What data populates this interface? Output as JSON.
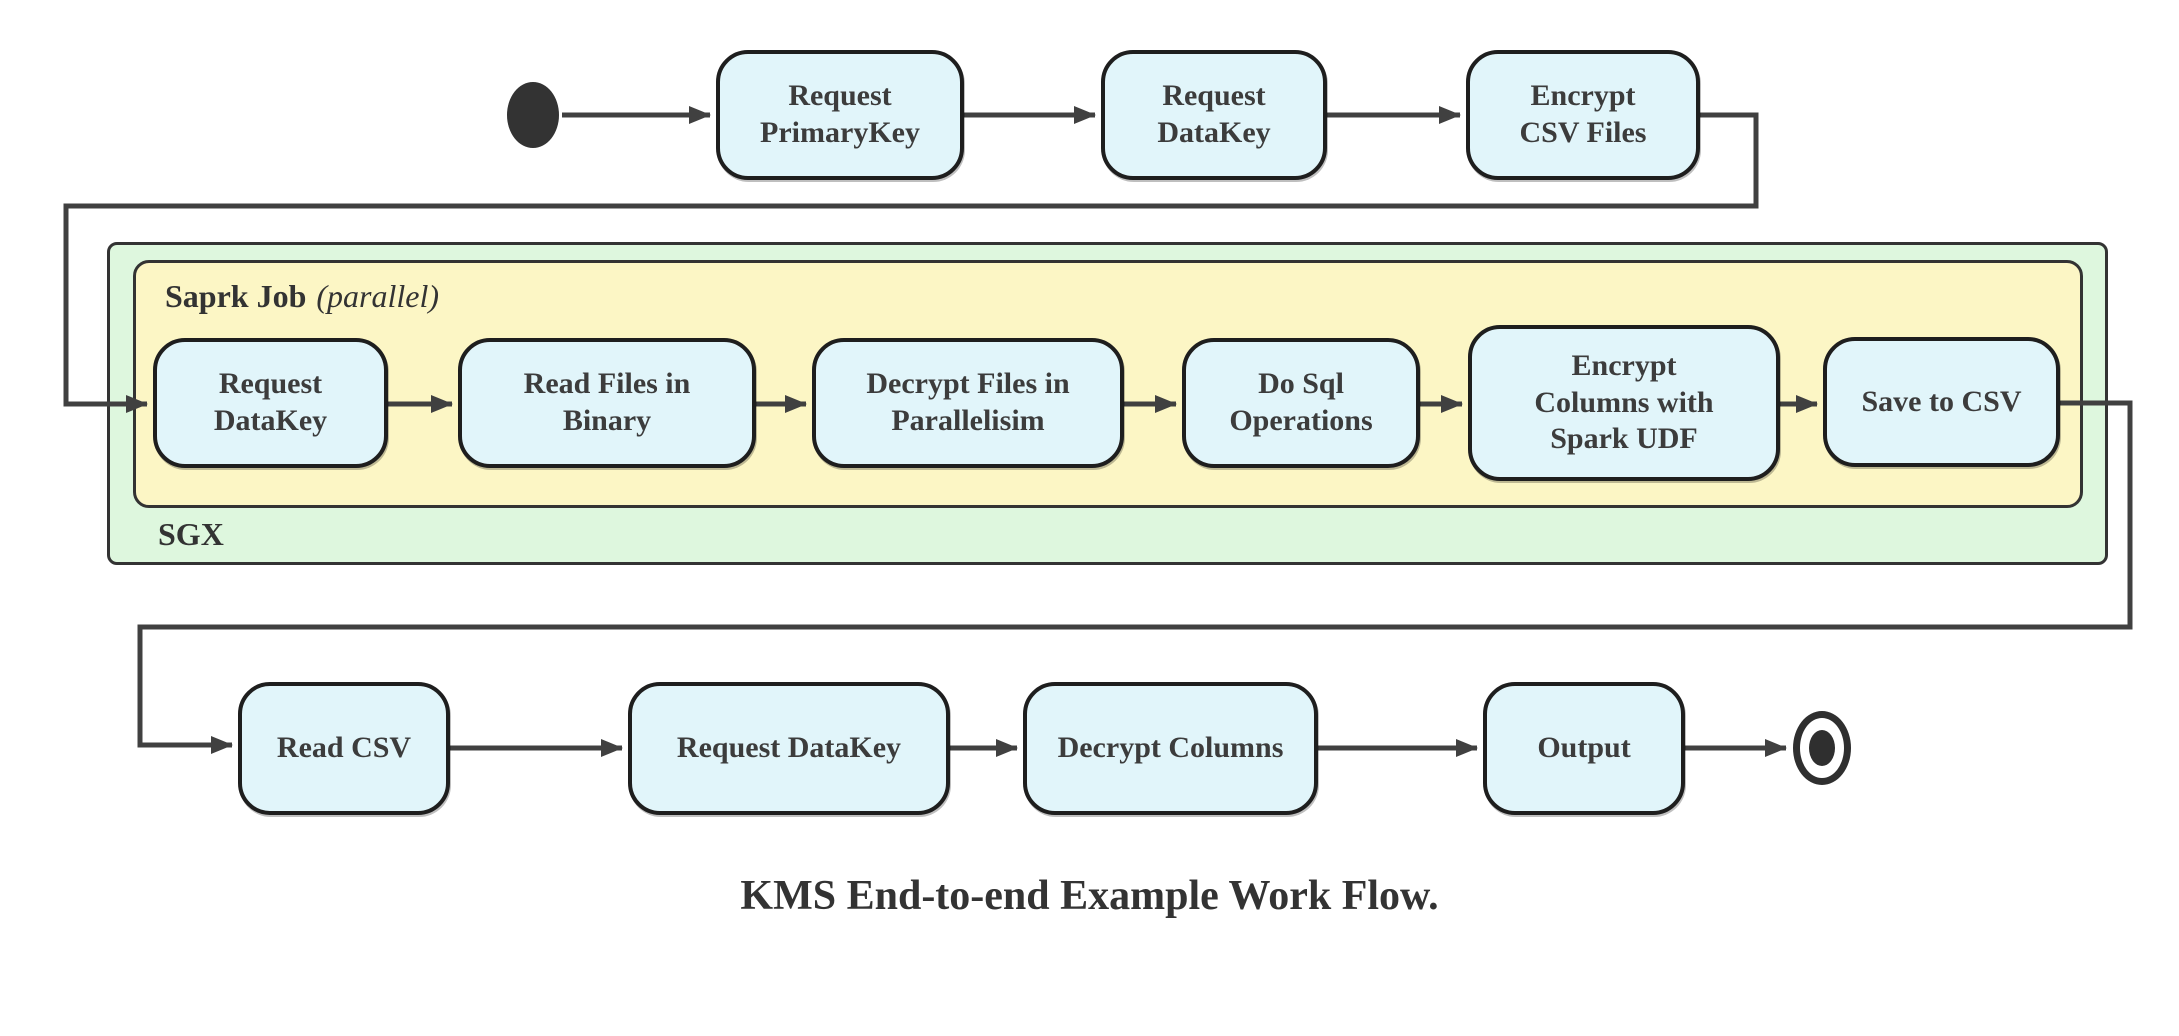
{
  "caption": "KMS End-to-end Example Work Flow.",
  "colors": {
    "node_fill": "#e1f5fa",
    "sgx_group_fill": "#def7de",
    "spark_group_fill": "#fcf6c5",
    "node_border": "#1e1e1e",
    "group_border": "#333333",
    "arrow": "#404040",
    "text": "#3c3c3c"
  },
  "top_row": {
    "nodes": [
      {
        "label": "Request\nPrimaryKey"
      },
      {
        "label": "Request\nDataKey"
      },
      {
        "label": "Encrypt\nCSV Files"
      }
    ]
  },
  "sgx_group": {
    "label": "SGX",
    "spark_group": {
      "label": "Saprk Job",
      "label_suffix": "(parallel)",
      "nodes": [
        {
          "label": "Request\nDataKey"
        },
        {
          "label": "Read Files in\nBinary"
        },
        {
          "label": "Decrypt Files in\nParallelisim"
        },
        {
          "label": "Do Sql\nOperations"
        },
        {
          "label": "Encrypt\nColumns with\nSpark UDF"
        },
        {
          "label": "Save to CSV"
        }
      ]
    }
  },
  "bottom_row": {
    "nodes": [
      {
        "label": "Read CSV"
      },
      {
        "label": "Request DataKey"
      },
      {
        "label": "Decrypt Columns"
      },
      {
        "label": "Output"
      }
    ]
  }
}
